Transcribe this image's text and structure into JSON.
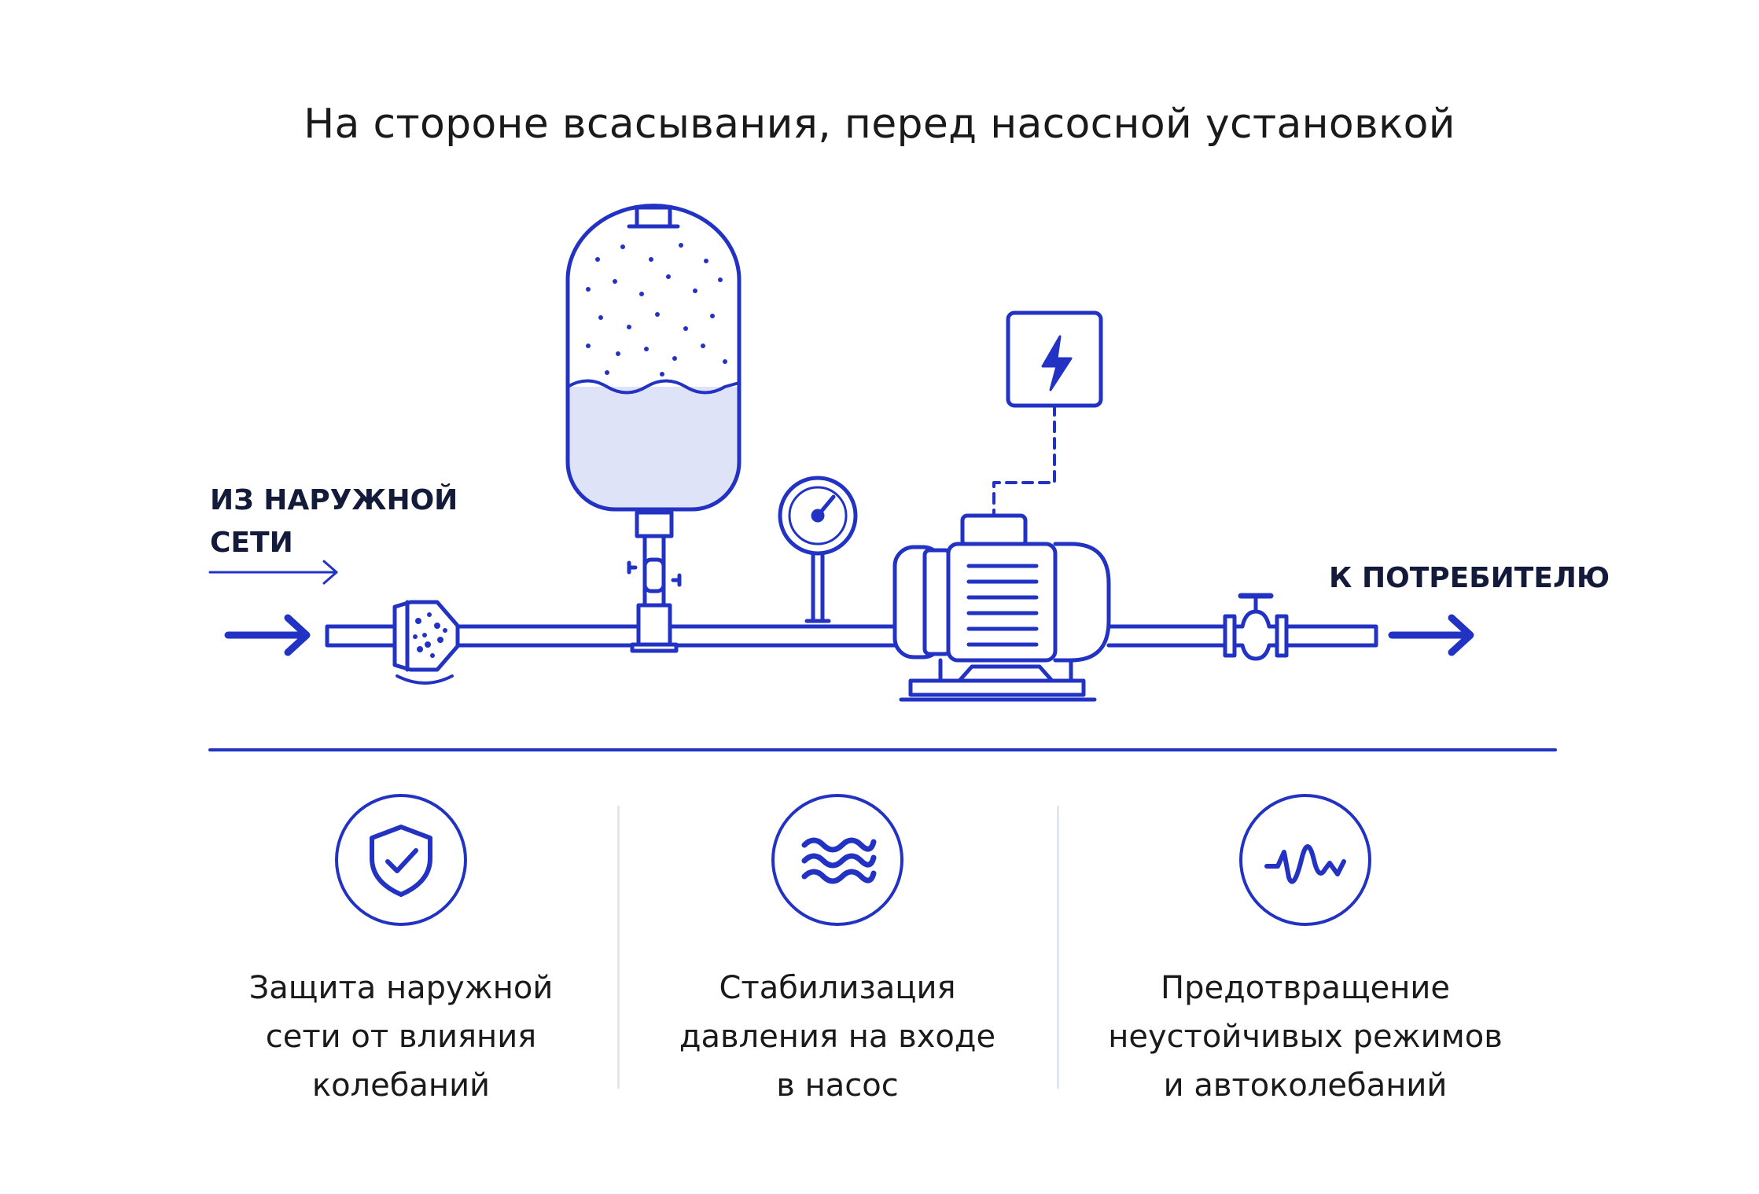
{
  "title": "На стороне всасывания, перед насосной установкой",
  "inlet_label_line1": "ИЗ НАРУЖНОЙ",
  "inlet_label_line2": "СЕТИ",
  "outlet_label": "К ПОТРЕБИТЕЛЮ",
  "colors": {
    "accent": "#2233c4",
    "water": "#dfe3f8",
    "separator": "#e3e6ee"
  },
  "benefits": [
    {
      "icon": "shield-check-icon",
      "text": "Защита наружной\nсети от влияния\nколебаний"
    },
    {
      "icon": "waves-icon",
      "text": "Стабилизация\nдавления на входе\nв насос"
    },
    {
      "icon": "oscillation-icon",
      "text": "Предотвращение\nнеустойчивых режимов\nи автоколебаний"
    }
  ]
}
